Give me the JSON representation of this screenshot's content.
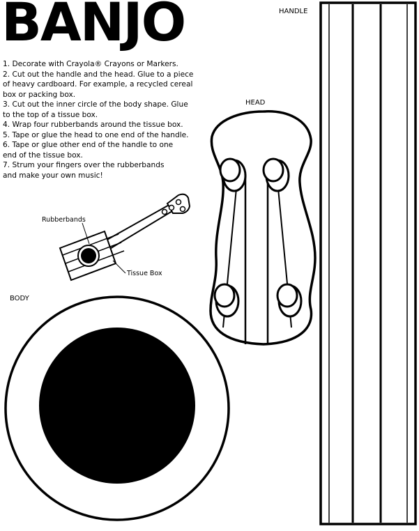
{
  "title": "BANJO",
  "steps": [
    "1. Decorate with Crayola® Crayons or Markers.",
    "2. Cut out the handle and the head. Glue to a piece",
    "of heavy cardboard. For example, a recycled cereal",
    "box or packing box.",
    "3. Cut out the inner circle of the body shape. Glue",
    "to the top of a tissue box.",
    "4. Wrap four rubberbands around the tissue box.",
    "5. Tape or glue the head to one end of the handle.",
    "6. Tape or glue other end of the handle to one",
    "end of the tissue box.",
    "7. Strum your fingers over the rubberbands",
    "and make your own music!"
  ],
  "labels": {
    "handle": "HANDLE",
    "head": "HEAD",
    "body": "BODY",
    "rubberbands": "Rubberbands",
    "tissue_box": "Tissue Box"
  }
}
